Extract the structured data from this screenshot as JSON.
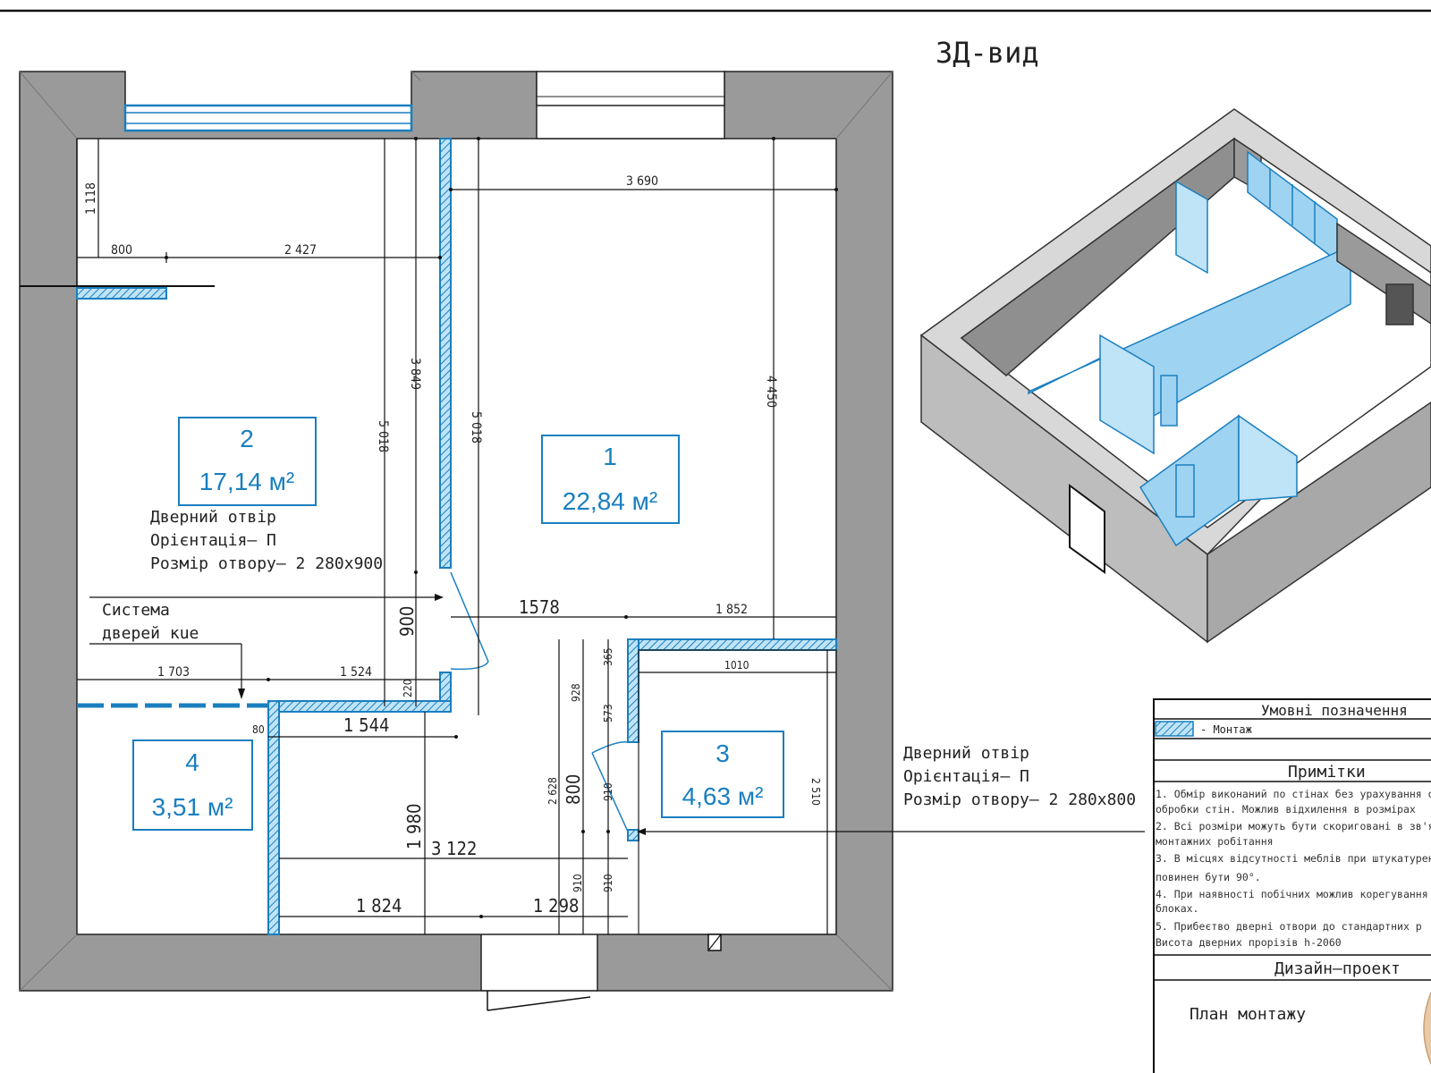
{
  "view_title": "3Д-вид",
  "rooms": [
    {
      "number": "1",
      "area": "22,84 м²"
    },
    {
      "number": "2",
      "area": "17,14 м²"
    },
    {
      "number": "3",
      "area": "4,63 м²"
    },
    {
      "number": "4",
      "area": "3,51 м²"
    }
  ],
  "door_note_1": {
    "line1": "Дверний отвір",
    "line2": "Орієнтація– П",
    "line3": "Розмір отвору– 2 280х900"
  },
  "door_note_2": {
    "line1": "Дверний отвір",
    "line2": "Орієнтація– П",
    "line3": "Розмір отвору– 2 280х800"
  },
  "door_system_note": {
    "line1": "Система",
    "line2": "дверей кue"
  },
  "dimensions": {
    "d_800_top": "800",
    "d_2427": "2 427",
    "d_1118": "1 118",
    "d_3849": "3 849",
    "d_5018a": "5 018",
    "d_5018b": "5 018",
    "d_3690": "3 690",
    "d_4450": "4 450",
    "d_900": "900",
    "d_1578": "1578",
    "d_1852": "1 852",
    "d_1703": "1 703",
    "d_1524": "1 524",
    "d_220": "220",
    "d_80": "80",
    "d_1544": "1 544",
    "d_1980": "1 980",
    "d_3122": "3 122",
    "d_1824": "1 824",
    "d_1298": "1 298",
    "d_2628": "2 628",
    "d_800_door": "800",
    "d_928": "928",
    "d_365": "365",
    "d_573": "573",
    "d_910a": "910",
    "d_910b": "910",
    "d_910c": "910",
    "d_1010": "1010",
    "d_2510": "2 510"
  },
  "legend": {
    "title": "Умовні позначення",
    "item": "- Монтаж",
    "notes_title": "Примітки",
    "notes": [
      "1. Обмір виконаний по стінах без урахування о",
      "обробки стін. Можлив відхилення в розмірах",
      "2. Всі розміри можуть бути скориговані в зв'я",
      "монтажних робітання",
      "3. В місцях відсутності меблів при штукатурен",
      "повинен бути 90°.",
      "4. При наявності побічних можлив корегування",
      "блоках.",
      "5. Прибеєтвo дверні отвори до стандартних р",
      "Висота дверних прорізів h-2060"
    ],
    "project_label": "Дизайн–проект",
    "sheet_name": "План монтажу"
  },
  "colors": {
    "wall": "#9a9a9a",
    "accent": "#1a7fbf",
    "accent_fill": "#7cc3ee",
    "line": "#111111"
  }
}
